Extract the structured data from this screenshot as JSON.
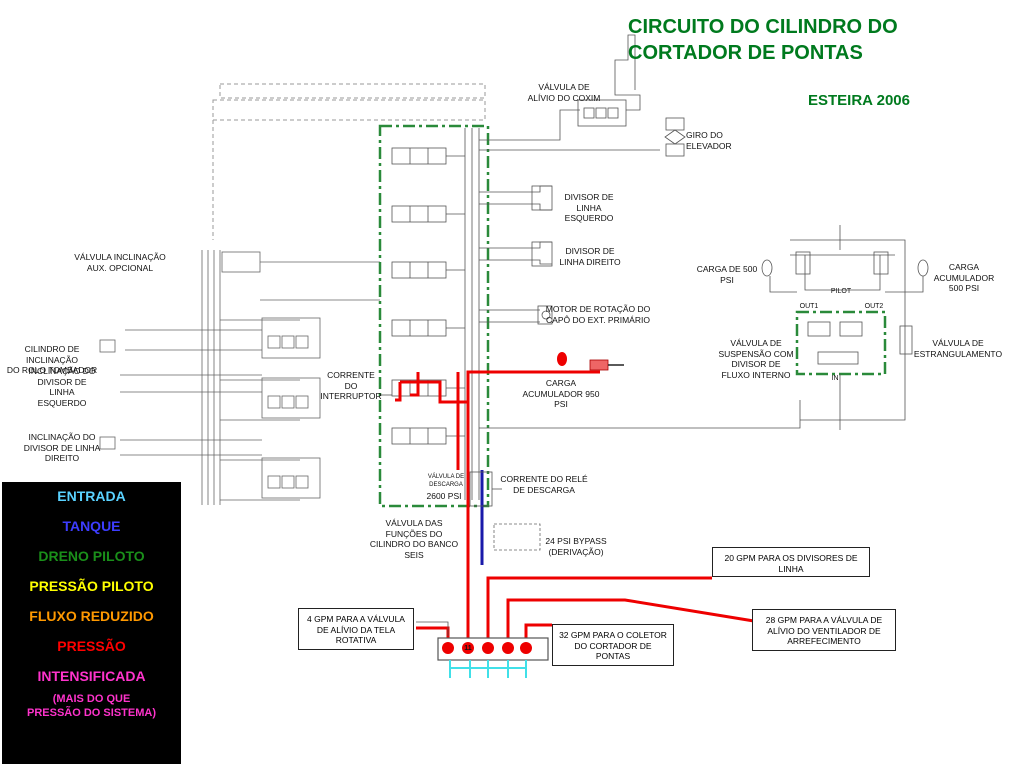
{
  "title": "CIRCUITO DO CILINDRO DO\nCORTADOR DE PONTAS",
  "subtitle": "ESTEIRA 2006",
  "labels": {
    "valvula_coxim": "VÁLVULA DE\nALÍVIO DO COXIM",
    "giro_elevador": "GIRO DO ELEVADOR",
    "divisor_esquerdo": "DIVISOR DE\nLINHA\nESQUERDO",
    "divisor_direito": "DIVISOR DE\nLINHA DIREITO",
    "motor_capo": "MOTOR DE ROTAÇÃO DO\nCAPÔ DO EXT. PRIMÁRIO",
    "carga_500": "CARGA DE 500\nPSI",
    "carga_acumulador_500": "CARGA\nACUMULADOR\n500 PSI",
    "valvula_estrangulamento": "VÁLVULA DE\nESTRANGULAMENTO",
    "valvula_suspensao": "VÁLVULA DE\nSUSPENSÃO COM\nDIVISOR DE\nFLUXO INTERNO",
    "valvula_inclinacao_aux": "VÁLVULA INCLINAÇÃO\nAUX. OPCIONAL",
    "cilindro_rolo": "CILINDRO DE INCLINAÇÃO\nDO ROLO TOMBADOR",
    "inclinacao_esquerdo": "INCLINAÇÃO DO\nDIVISOR DE\nLINHA\nESQUERDO",
    "inclinacao_direito": "INCLINAÇÃO DO\nDIVISOR DE LINHA\nDIREITO",
    "corrente_interruptor": "CORRENTE\nDO\nINTERRUPTOR",
    "carga_acumulador_950": "CARGA\nACUMULADOR 950\nPSI",
    "valvula_descarga": "VÁLVULA DE\nDESCARGA",
    "psi_2600": "2600 PSI",
    "corrente_rele": "CORRENTE DO RELÉ\nDE DESCARGA",
    "valvula_funcoes": "VÁLVULA DAS\nFUNÇÕES DO\nCILINDRO DO BANCO\nSEIS",
    "bypass": "24 PSI BYPASS\n(DERIVAÇÃO)",
    "gpm_20": "20 GPM PARA OS DIVISORES DE\nLINHA",
    "gpm_4": "4 GPM PARA A VÁLVULA\nDE ALÍVIO DA TELA\nROTATIVA",
    "gpm_32": "32 GPM PARA O COLETOR\nDO CORTADOR DE\nPONTAS",
    "gpm_28": "28 GPM PARA A VÁLVULA DE\nALÍVIO DO VENTILADOR DE\nARREFECIMENTO",
    "port_11": "11",
    "piloto": "PILOT",
    "out1": "OUT1",
    "out2": "OUT2",
    "in_port": "IN"
  },
  "legend": {
    "entrada": {
      "text": "ENTRADA",
      "color": "#5ad2ff"
    },
    "tanque": {
      "text": "TANQUE",
      "color": "#3d3dff"
    },
    "dreno": {
      "text": "DRENO PILOTO",
      "color": "#1a8f1a"
    },
    "pressao_piloto": {
      "text": "PRESSÃO PILOTO",
      "color": "#ffff00"
    },
    "fluxo": {
      "text": "FLUXO REDUZIDO",
      "color": "#ff9900"
    },
    "pressao": {
      "text": "PRESSÃO",
      "color": "#ff0000"
    },
    "intensificada": {
      "text": "INTENSIFICADA",
      "color": "#ff33cc"
    },
    "intensificada_note": {
      "text": "(MAIS DO QUE\nPRESSÃO DO SISTEMA)",
      "color": "#ff33cc"
    }
  },
  "colors": {
    "pressure": "#ee0000",
    "tank": "#1a1aaa",
    "inlet": "#40e0e8",
    "pilot_drain": "#2a8a3a",
    "line": "#555555"
  }
}
